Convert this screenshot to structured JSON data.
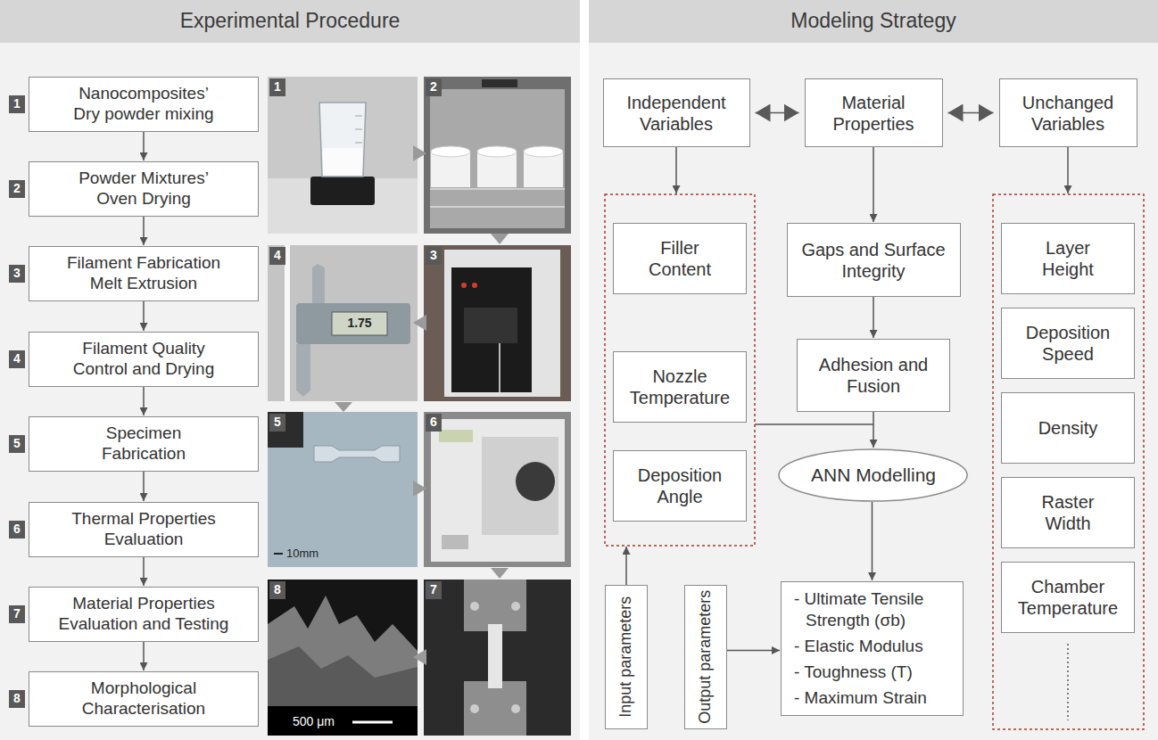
{
  "diagram": {
    "nodes": [
      {
        "text": [
          "Experimental Procedure"
        ]
      },
      {
        "text": [
          "Nanocomposites’ Dry powder mixing"
        ]
      },
      {
        "text": [
          "Powder Mixtures’ Oven Drying"
        ]
      },
      {
        "text": [
          "Filament Fabrication Melt Extrusion"
        ]
      },
      {
        "text": [
          "Filament Quality Control and Drying"
        ]
      },
      {
        "text": [
          "Specimen Fabrication"
        ]
      },
      {
        "text": [
          "Thermal Properties Evaluation"
        ]
      },
      {
        "text": [
          "Material Properties Evaluation and Testing"
        ]
      },
      {
        "text": [
          "Morphological Characterisation"
        ]
      },
      {
        "text": [
          "Modeling Strategy"
        ]
      },
      {
        "text": [
          "Independent Variables"
        ]
      },
      {
        "text": [
          "Material Properties"
        ]
      },
      {
        "text": [
          "Unchanged Variables"
        ]
      },
      {
        "text": [
          "Filler Content"
        ]
      },
      {
        "text": [
          "Nozzle Temperature"
        ]
      },
      {
        "text": [
          "Deposition Angle"
        ]
      },
      {
        "text": [
          "Gaps and Surface Integrity"
        ]
      },
      {
        "text": [
          "Adhesion and Fusion"
        ]
      },
      {
        "text": [
          "ANN Modelling"
        ]
      },
      {
        "text": [
          "Layer Height"
        ]
      },
      {
        "text": [
          "Deposition Speed"
        ]
      },
      {
        "text": [
          "Density"
        ]
      },
      {
        "text": [
          "Raster Width"
        ]
      },
      {
        "text": [
          "Chamber Temperature"
        ]
      },
      {
        "text": [
          "Input parameters"
        ]
      },
      {
        "text": [
          "Output parameters"
        ]
      },
      {
        "text": [
          "- Ultimate Tensile Strength (σb)",
          "- Elastic Modulus",
          "- Toughness (T)",
          "- Maximum Strain"
        ]
      }
    ],
    "edges": [
      {
        "from": 1,
        "to": 2,
        "arrow": "to"
      },
      {
        "from": 2,
        "to": 3,
        "arrow": "to"
      },
      {
        "from": 3,
        "to": 4,
        "arrow": "to"
      },
      {
        "from": 4,
        "to": 5,
        "arrow": "to"
      },
      {
        "from": 5,
        "to": 6,
        "arrow": "to"
      },
      {
        "from": 6,
        "to": 7,
        "arrow": "to"
      },
      {
        "from": 7,
        "to": 8,
        "arrow": "to"
      },
      {
        "from": 10,
        "to": 11,
        "arrow": "both"
      },
      {
        "from": 11,
        "to": 12,
        "arrow": "both"
      },
      {
        "from": 11,
        "to": 16,
        "arrow": "to"
      },
      {
        "from": 16,
        "to": 17,
        "arrow": "to"
      },
      {
        "from": 17,
        "to": 18,
        "arrow": "to"
      },
      {
        "from": 18,
        "to": 26,
        "arrow": "to"
      },
      {
        "from": 25,
        "to": 26,
        "arrow": "to"
      }
    ],
    "labels": [
      "1",
      "2",
      "3",
      "4",
      "5",
      "6",
      "7",
      "8",
      "1",
      "2",
      "4",
      "3",
      "5",
      "6",
      "8",
      "7",
      "1.75",
      "10mm",
      "500 μm"
    ]
  }
}
